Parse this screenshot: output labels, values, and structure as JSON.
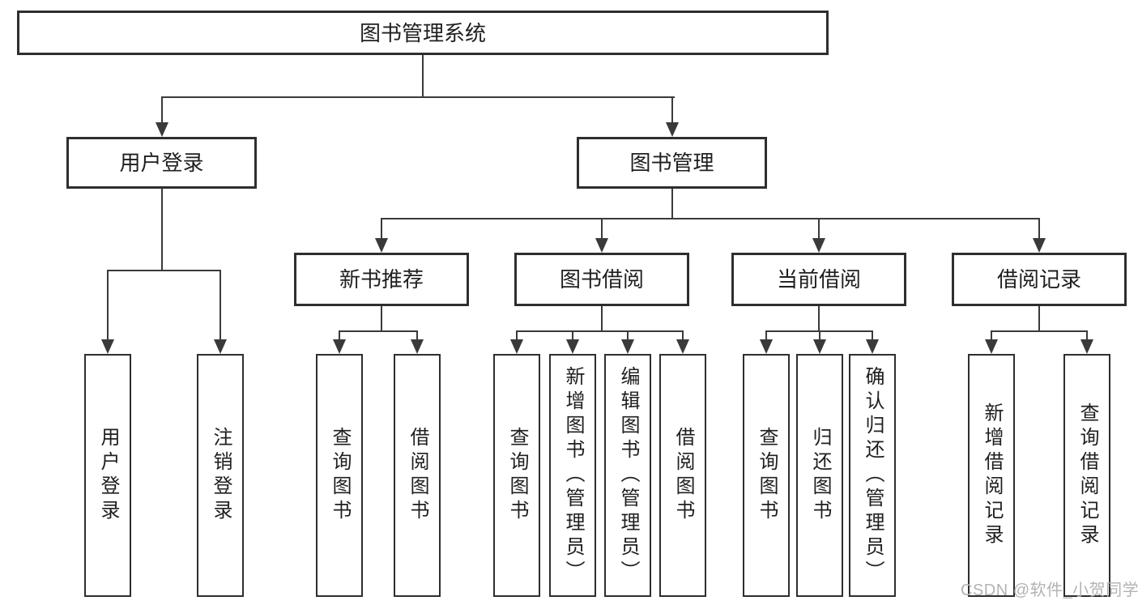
{
  "nodes": {
    "root": "图书管理系统",
    "level2": [
      "用户登录",
      "图书管理"
    ],
    "level3": [
      "新书推荐",
      "图书借阅",
      "当前借阅",
      "借阅记录"
    ],
    "leaves_user_login": [
      "用户登录",
      "注销登录"
    ],
    "leaves_new_books": [
      "查询图书",
      "借阅图书"
    ],
    "leaves_book_borrow": [
      "查询图书",
      "新增图书（管理员）",
      "编辑图书（管理员）",
      "借阅图书"
    ],
    "leaves_current_borrow": [
      "查询图书",
      "归还图书",
      "确认归还（管理员）"
    ],
    "leaves_borrow_records": [
      "新增借阅记录",
      "查询借阅记录"
    ]
  },
  "watermark": "CSDN @软件_小贺同学",
  "colors": {
    "line": "#3a3a3a",
    "border": "#2e2e2e",
    "text": "#1f1f1f",
    "watermark": "#b3b3b3",
    "background": "#ffffff"
  }
}
